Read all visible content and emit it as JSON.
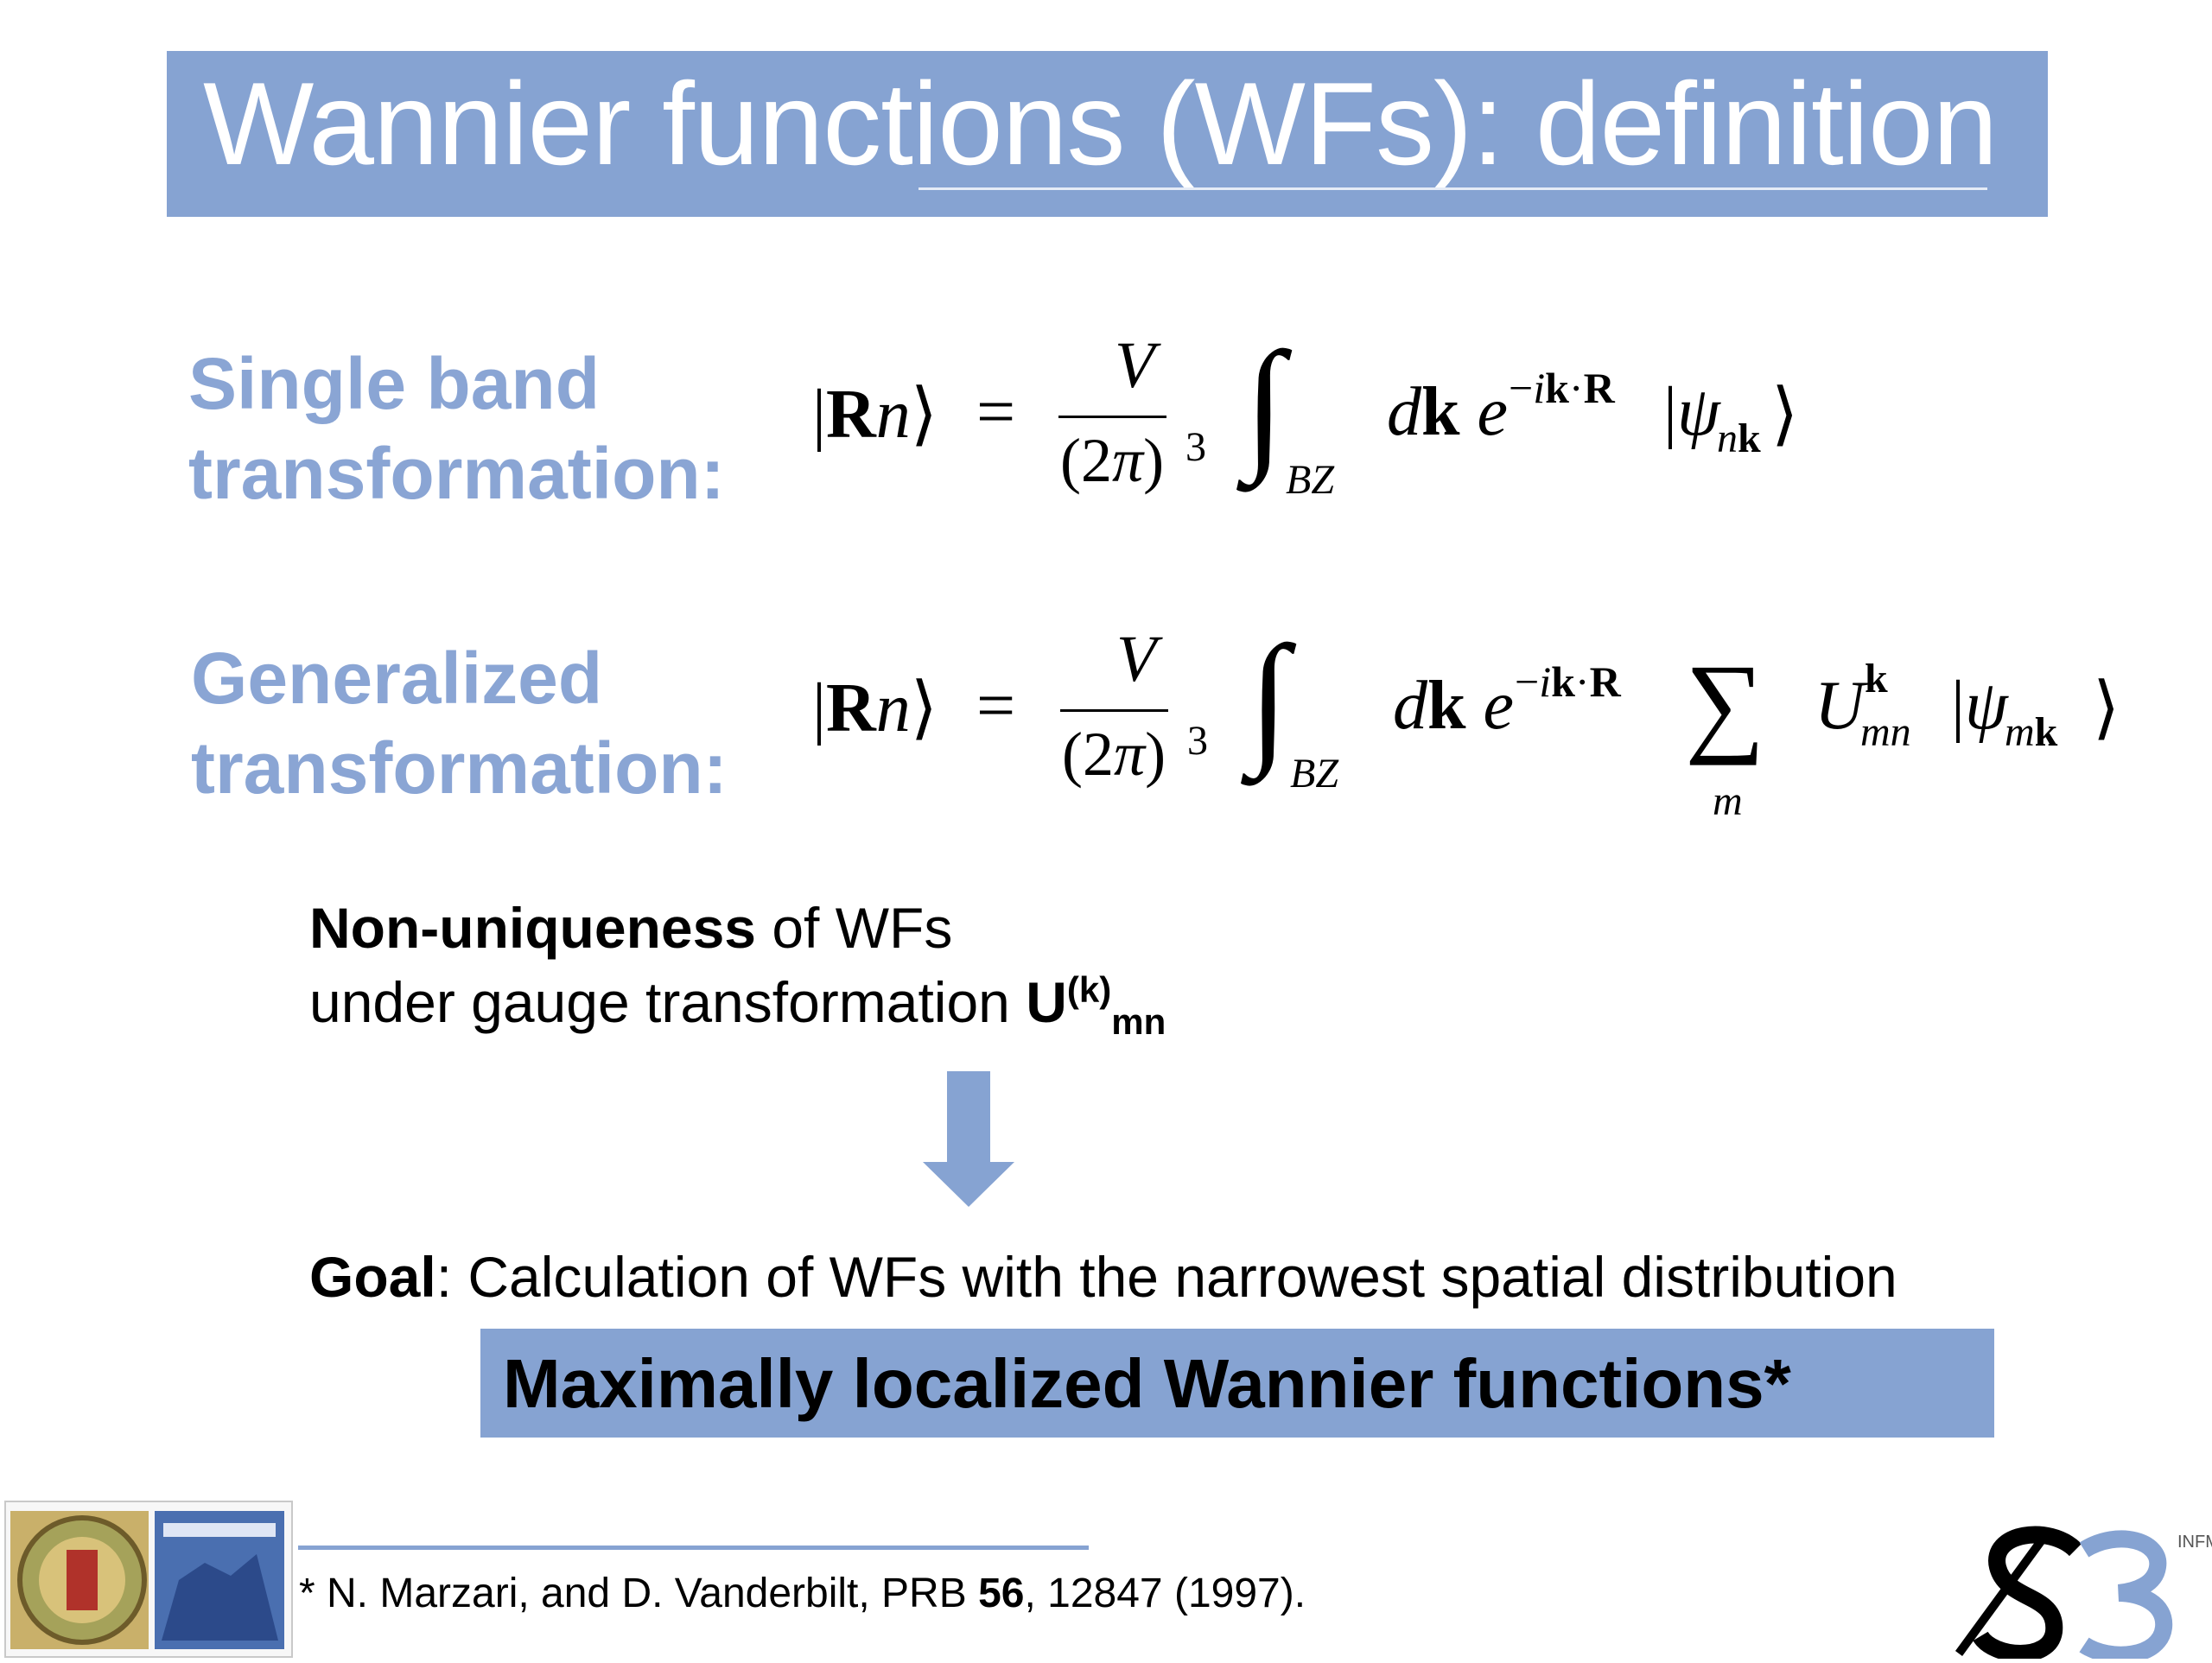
{
  "title": "Wannier functions (WFs): definition",
  "single_label_line1": "Single band",
  "single_label_line2": "transformation:",
  "general_label_line1": "Generalized",
  "general_label_line2": "transformation:",
  "nonunique_bold": "Non-uniqueness",
  "nonunique_rest": " of WFs",
  "gauge_text": "under gauge transformation ",
  "gauge_U": "U",
  "gauge_sup": "(k)",
  "gauge_sub": "mn",
  "goal_bold": "Goal",
  "goal_rest": ": Calculation of WFs with the narrowest spatial distribution",
  "mlwf": "Maximally localized Wannier functions*",
  "ref_prefix": "* N. Marzari, and D. Vanderbilt, PRB ",
  "ref_volume": "56",
  "ref_suffix": ", 12847 (1997).",
  "logo_text": "INFM",
  "colors": {
    "accent": "#86a3d2",
    "label": "#8aa5d4"
  }
}
